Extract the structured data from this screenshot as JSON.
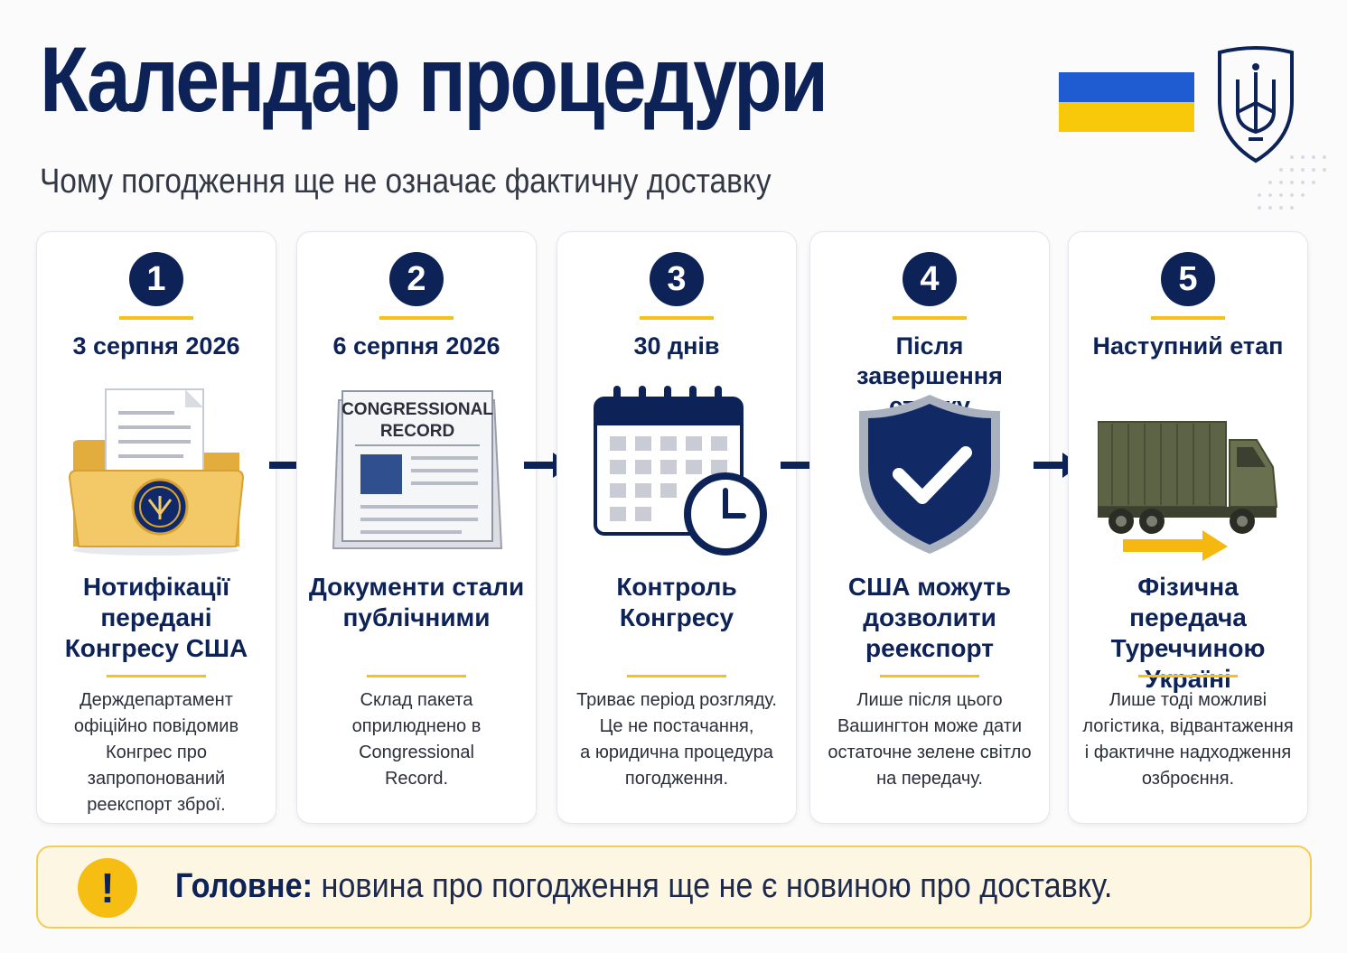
{
  "title": "Календар процедури",
  "subtitle": "Чому погодження ще не означає фактичну доставку",
  "colors": {
    "navy": "#0d2257",
    "accent_yellow": "#f4c21a",
    "flag_blue": "#1f5bd1",
    "flag_yellow": "#f8c80b"
  },
  "steps": [
    {
      "number": "1",
      "date_lines": [
        "3 серпня 2026"
      ],
      "icon": "folder-document-seal-icon",
      "heading_lines": [
        "Нотифікації",
        "передані",
        "Конгресу США"
      ],
      "desc_lines": [
        "Держдепартамент",
        "офіційно повідомив",
        "Конгрес про",
        "запропонований",
        "реекспорт зброї."
      ]
    },
    {
      "number": "2",
      "date_lines": [
        "6 серпня 2026"
      ],
      "icon": "newspaper-icon",
      "icon_text": [
        "CONGRESSIONAL",
        "RECORD"
      ],
      "heading_lines": [
        "Документи стали",
        "публічними"
      ],
      "desc_lines": [
        "Склад пакета",
        "оприлюднено в",
        "Congressional",
        "Record."
      ]
    },
    {
      "number": "3",
      "date_lines": [
        "30 днів"
      ],
      "icon": "calendar-clock-icon",
      "heading_lines": [
        "Контроль",
        "Конгресу"
      ],
      "desc_lines": [
        "Триває період розгляду.",
        "Це не постачання,",
        "а юридична процедура",
        "погодження."
      ]
    },
    {
      "number": "4",
      "date_lines": [
        "Після завершення",
        "строку"
      ],
      "icon": "shield-check-icon",
      "heading_lines": [
        "США можуть",
        "дозволити",
        "реекспорт"
      ],
      "desc_lines": [
        "Лише після цього",
        "Вашингтон може дати",
        "остаточне зелене світло",
        "на передачу."
      ]
    },
    {
      "number": "5",
      "date_lines": [
        "Наступний етап"
      ],
      "icon": "military-truck-icon",
      "heading_lines": [
        "Фізична передача",
        "Туреччиною",
        "Україні"
      ],
      "desc_lines": [
        "Лише тоді можливі",
        "логістика, відвантаження",
        "і фактичне надходження",
        "озброєння."
      ]
    }
  ],
  "note": {
    "icon_glyph": "!",
    "label": "Головне:",
    "text": " новина про погодження ще не є новиною про доставку."
  }
}
